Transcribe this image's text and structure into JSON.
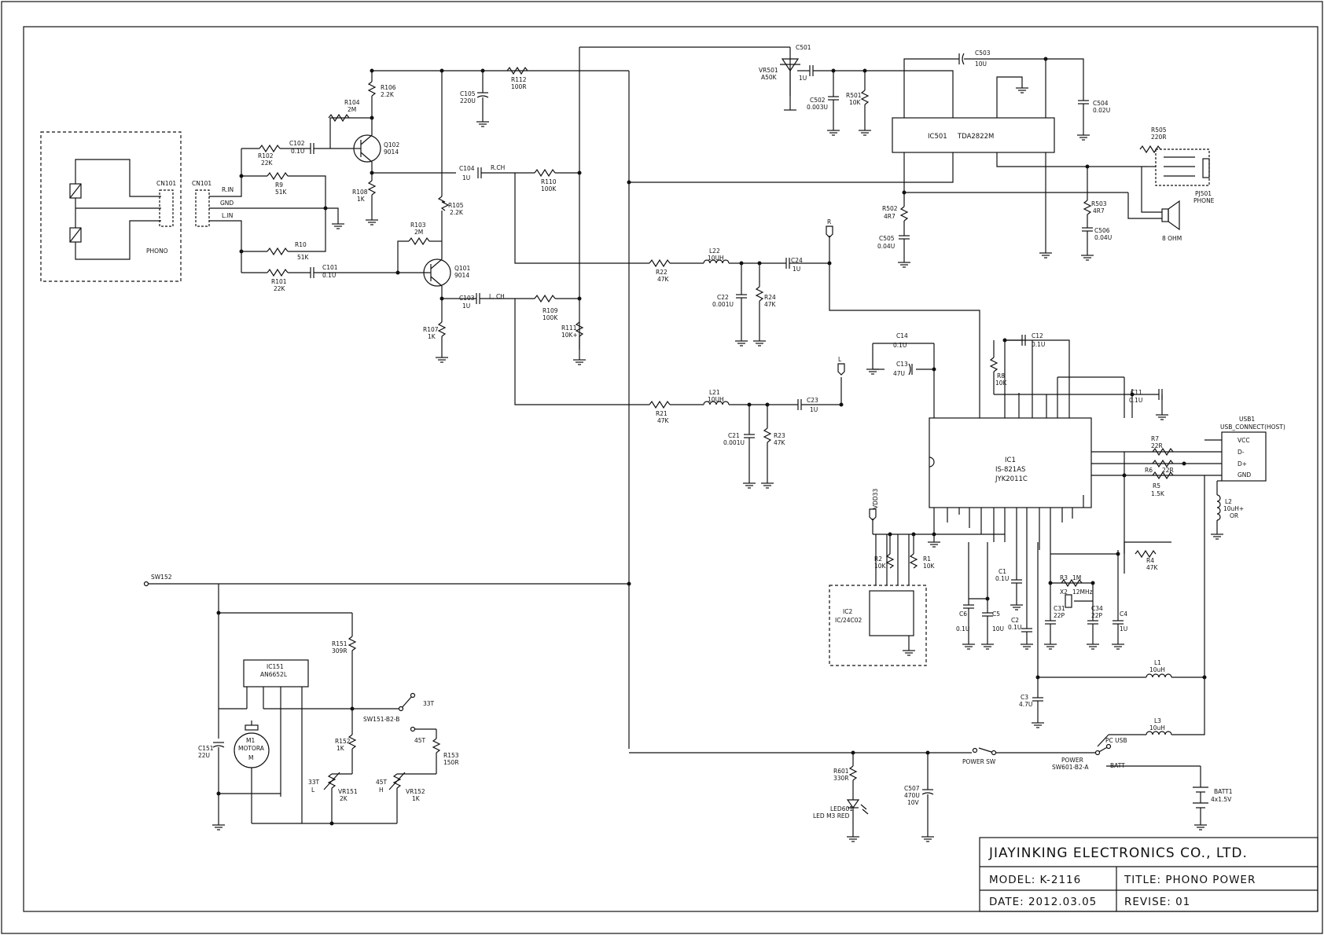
{
  "title_block": {
    "company": "JIAYINKING ELECTRONICS CO., LTD.",
    "model": "MODEL:  K-2116",
    "title": "TITLE:  PHONO POWER",
    "date": "DATE:  2012.03.05",
    "revise": "REVISE:  01"
  },
  "labels": {
    "phono": "PHONO",
    "cn101": "CN101",
    "cn101b": "CN101",
    "rin": "R.IN",
    "gnd": "GND",
    "lin": "L.IN",
    "r102": "R102",
    "r102v": "22K",
    "r9": "R9",
    "r9v": "51K",
    "r10": "R10",
    "r10v": "51K",
    "r101": "R101",
    "r101v": "22K",
    "c102": "C102",
    "c102v": "0.1U",
    "c101": "C101",
    "c101v": "0.1U",
    "r104": "R104",
    "r104v": "2M",
    "r106": "R106",
    "r106v": "2.2K",
    "q102": "Q102",
    "q102v": "9014",
    "r108": "R108",
    "r108v": "1K",
    "r103": "R103",
    "r103v": "2M",
    "r105": "R105",
    "r105v": "2.2K",
    "q101": "Q101",
    "q101v": "9014",
    "r107": "R107",
    "r107v": "1K",
    "c105": "C105",
    "c105v": "220U",
    "r112": "R112",
    "r112v": "100R",
    "c104": "C104",
    "c104v": "1U",
    "rch": "R.CH",
    "r110": "R110",
    "r110v": "100K",
    "c103": "C103",
    "c103v": "1U",
    "lch": "L. CH",
    "r109": "R109",
    "r109v": "100K",
    "r111": "R111",
    "r111v": "10K+",
    "vr501": "VR501",
    "vr501v": "A50K",
    "c501": "C501",
    "c501v": "1U",
    "c502": "C502",
    "c502v": "0.003U",
    "r501": "R501",
    "r501v": "10K",
    "c503": "C503",
    "c503v": "10U",
    "c504": "C504",
    "c504v": "0.02U",
    "ic501": "IC501",
    "ic501v": "TDA2822M",
    "r502": "R502",
    "r502v": "4R7",
    "c505": "C505",
    "c505v": "0.04U",
    "r503": "R503",
    "r503v": "4R7",
    "c506": "C506",
    "c506v": "0.04U",
    "r505": "R505",
    "r505v": "220R",
    "pj501": "PJ501",
    "pj501v": "PHONE",
    "spk": "8 OHM",
    "r22": "R22",
    "r22v": "47K",
    "l22": "L22",
    "l22v": "10UH",
    "c22": "C22",
    "c22v": "0.001U",
    "r24": "R24",
    "r24v": "47K",
    "c24": "C24",
    "c24v": "1U",
    "r21": "R21",
    "r21v": "47K",
    "l21": "L21",
    "l21v": "10UH",
    "c21": "C21",
    "c21v": "0.001U",
    "r23": "R23",
    "r23v": "47K",
    "c23": "C23",
    "c23v": "1U",
    "r_tag": "R",
    "l_tag": "L",
    "c14": "C14",
    "c14v": "0.1U",
    "c13": "C13",
    "c13v": "47U",
    "c12": "C12",
    "c12v": "0.1U",
    "r8": "R8",
    "r8v": "10K",
    "c11": "C11",
    "c11v": "0.1U",
    "ic1": "IC1",
    "ic1a": "IS-821AS",
    "ic1b": "JYK2011C",
    "usb1": "USB1",
    "usb1v": "USB_CONNECT(HOST)",
    "vcc": "VCC",
    "dm": "D-",
    "dp": "D+",
    "gndp": "GND",
    "r7": "R7",
    "r7v": "22R",
    "r6": "R6",
    "r6v": "22R",
    "r5": "R5",
    "r5v": "1.5K",
    "l2": "L2",
    "l2v": "10uH+",
    "l2w": "OR",
    "r4": "R4",
    "r4v": "47K",
    "vdd33": "VDD33",
    "r2": "R2",
    "r2v": "10K",
    "r1": "R1",
    "r1v": "10K",
    "ic2": "IC2",
    "ic2v": "IC/24C02",
    "c1": "C1",
    "c1v": "0.1U",
    "c2": "C2",
    "c2v": "0.1U",
    "c6": "C6",
    "c6v": "0.1U",
    "c5": "C5",
    "c5v": "10U",
    "r3": "R3",
    "r3v": "1M",
    "x2": "X2",
    "x2v": "12MHz",
    "c31": "C31",
    "c31v": "22P",
    "c34": "C34",
    "c34v": "22P",
    "c4": "C4",
    "c4v": "1U",
    "l1": "L1",
    "l1v": "10uH",
    "c3": "C3",
    "c3v": "4.7U",
    "l3": "L3",
    "l3v": "10uH",
    "sw152": "SW152",
    "r151": "R151",
    "r151v": "309R",
    "ic151": "IC151",
    "ic151v": "AN6652L",
    "c151": "C151",
    "c151v": "22U",
    "m1": "M1",
    "m1v": "MOTORA",
    "m1m": "M",
    "sw151": "SW151-B2-B",
    "t33": "33T",
    "t45": "45T",
    "r152": "R152",
    "r152v": "1K",
    "r153": "R153",
    "r153v": "150R",
    "vr151": "VR151",
    "vr151v": "2K",
    "vr152": "VR152",
    "vr152v": "1K",
    "t33l": "33T",
    "t33lb": "L",
    "t45h": "45T",
    "t45hb": "H",
    "r601": "R601",
    "r601v": "330R",
    "led601": "LED601",
    "led601v": "LED M3 RED",
    "c507": "C507",
    "c507v": "470U",
    "c507w": "10V",
    "powersw": "POWER SW",
    "sw601": "POWER",
    "sw601v": "SW601-B2-A",
    "pcusb": "PC USB",
    "batt": "BATT",
    "batt1": "BATT1",
    "batt1v": "4x1.5V"
  },
  "colors": {
    "ink": "#111111",
    "paper": "#ffffff"
  }
}
